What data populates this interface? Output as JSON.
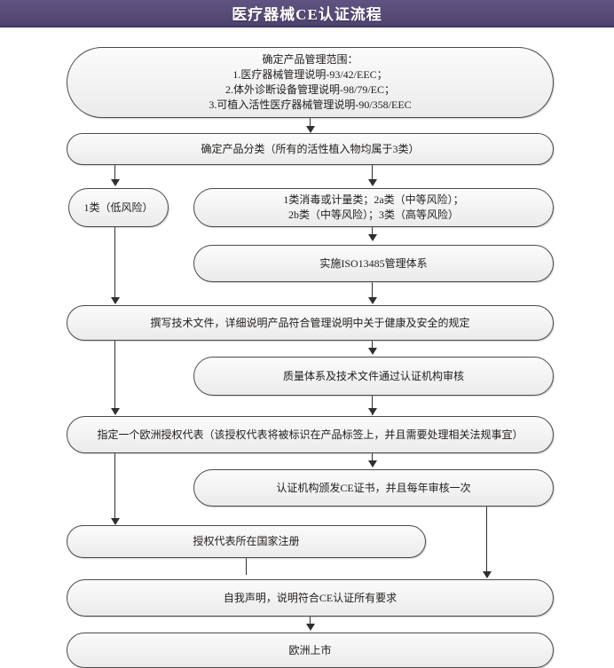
{
  "header": {
    "title": "医疗器械CE认证流程"
  },
  "flow": {
    "nodes": [
      {
        "id": "scope",
        "name": "node-product-scope",
        "lines": [
          "确定产品管理范围：",
          "1.医疗器械管理说明-93/42/EEC；",
          "2.体外诊断设备管理说明-98/79/EC；",
          "3.可植入活性医疗器械管理说明-90/358/EEC"
        ]
      },
      {
        "id": "classify",
        "name": "node-product-classification",
        "lines": [
          "确定产品分类（所有的活性植入物均属于3类）"
        ]
      },
      {
        "id": "class1",
        "name": "node-class-1-low-risk",
        "lines": [
          "1类（低风险）"
        ]
      },
      {
        "id": "classother",
        "name": "node-class-other-risk",
        "lines": [
          "1类消毒或计量类；2a类（中等风险）；",
          "2b类（中等风险）；3类（高等风险）"
        ]
      },
      {
        "id": "iso",
        "name": "node-iso13485",
        "lines": [
          "实施ISO13485管理体系"
        ]
      },
      {
        "id": "techfile",
        "name": "node-technical-file",
        "lines": [
          "撰写技术文件，详细说明产品符合管理说明中关于健康及安全的规定"
        ]
      },
      {
        "id": "audit",
        "name": "node-notified-body-audit",
        "lines": [
          "质量体系及技术文件通过认证机构审核"
        ]
      },
      {
        "id": "authrep",
        "name": "node-authorized-representative",
        "lines": [
          "指定一个欧洲授权代表（该授权代表将被标识在产品标签上，并且需要处理相关法规事宜）"
        ]
      },
      {
        "id": "cecert",
        "name": "node-ce-certificate",
        "lines": [
          "认证机构颁发CE证书，并且每年审核一次"
        ]
      },
      {
        "id": "register",
        "name": "node-country-registration",
        "lines": [
          "授权代表所在国家注册"
        ]
      },
      {
        "id": "declaration",
        "name": "node-self-declaration",
        "lines": [
          "自我声明，说明符合CE认证所有要求"
        ]
      },
      {
        "id": "market",
        "name": "node-europe-market",
        "lines": [
          "欧洲上市"
        ]
      }
    ]
  },
  "colors": {
    "header_top": "#5f5383",
    "header_bottom": "#4e4370",
    "header_border": "#3f3760",
    "node_border": "#4a4a4a",
    "node_fill_top": "#fbfbfb",
    "node_fill_bottom": "#ebebeb",
    "connector": "#2f2f2f",
    "title_text": "#ffffff",
    "node_text": "#23201e"
  }
}
